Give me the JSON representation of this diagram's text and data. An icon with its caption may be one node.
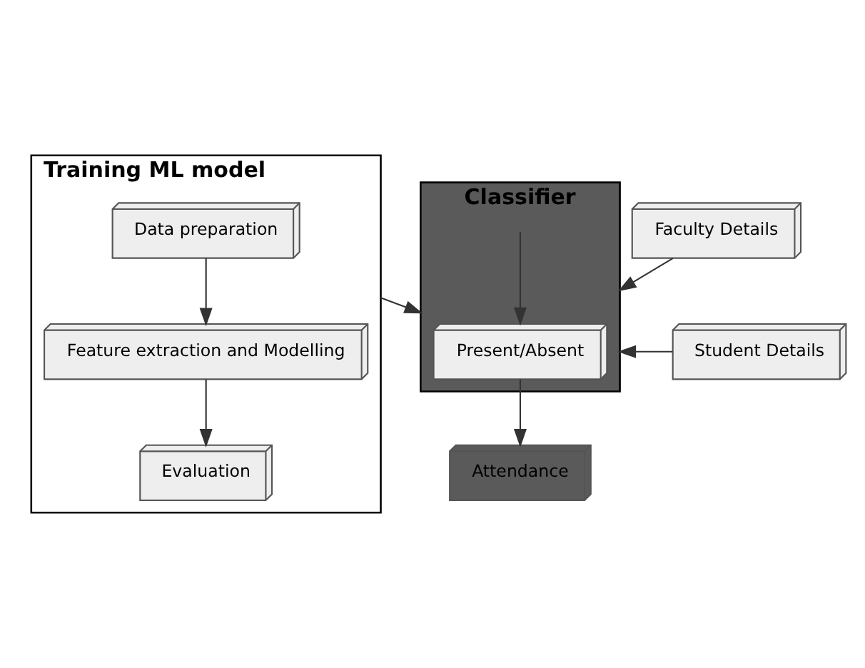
{
  "diagram": {
    "nodes": [
      {
        "text": [
          "Training ML model"
        ]
      },
      {
        "text": [
          "Data preparation"
        ],
        "in": 0
      },
      {
        "text": [
          "Feature extraction and Modelling"
        ],
        "in": 0
      },
      {
        "text": [
          "Evaluation"
        ],
        "in": 0
      },
      {
        "text": [
          "Classifier"
        ]
      },
      {
        "text": [
          "Present/Absent"
        ],
        "in": 4
      },
      {
        "text": [
          "Faculty Details"
        ]
      },
      {
        "text": [
          "Student Details"
        ]
      },
      {
        "text": [
          "Attendance"
        ]
      }
    ],
    "edges": [
      {
        "from": 0,
        "to": 4,
        "arrow": "to"
      },
      {
        "from": 1,
        "to": 2,
        "arrow": "to"
      },
      {
        "from": 2,
        "to": 3,
        "arrow": "to"
      },
      {
        "from": 4,
        "to": 5,
        "arrow": "to"
      },
      {
        "from": 6,
        "to": 4,
        "arrow": "to"
      },
      {
        "from": 7,
        "to": 4,
        "arrow": "to"
      },
      {
        "from": 5,
        "to": 8,
        "arrow": "to"
      }
    ]
  }
}
